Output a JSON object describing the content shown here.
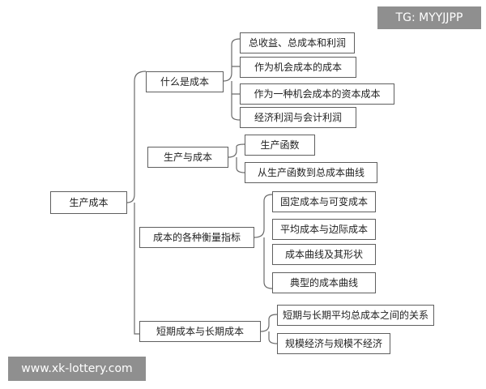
{
  "root": {
    "label": "生产成本"
  },
  "branches": [
    {
      "label": "什么是成本",
      "children": [
        "总收益、总成本和利润",
        "作为机会成本的成本",
        "作为一种机会成本的资本成本",
        "经济利润与会计利润"
      ]
    },
    {
      "label": "生产与成本",
      "children": [
        "生产函数",
        "从生产函数到总成本曲线"
      ]
    },
    {
      "label": "成本的各种衡量指标",
      "children": [
        "固定成本与可变成本",
        "平均成本与边际成本",
        "成本曲线及其形状",
        "典型的成本曲线"
      ]
    },
    {
      "label": "短期成本与长期成本",
      "children": [
        "短期与长期平均总成本之间的关系",
        "规模经济与规模不经济"
      ]
    }
  ],
  "badges": {
    "telegram": "TG: MYYJJPP",
    "website": "www.xk-lottery.com"
  },
  "colors": {
    "line": "#6a6a6a",
    "border": "#5f5f5f",
    "badge_background": "#8f8f8f",
    "badge_text": "#ffffff"
  }
}
